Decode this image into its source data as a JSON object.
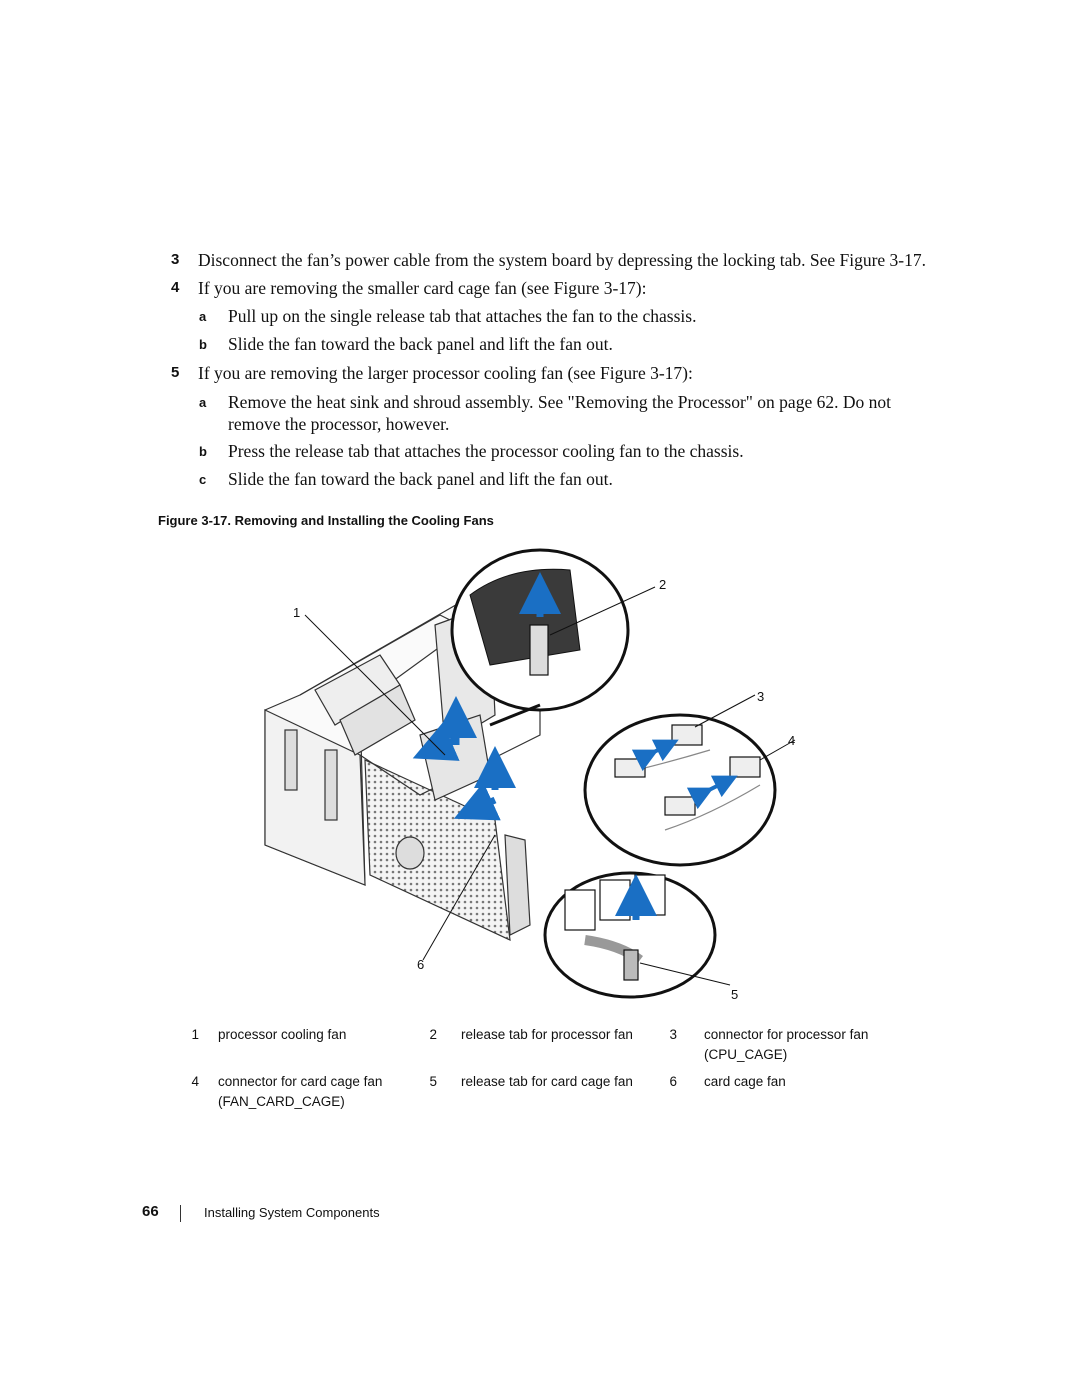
{
  "steps": [
    {
      "num": "3",
      "text": "Disconnect the fan’s power cable from the system board by depressing the locking tab. See Figure 3-17."
    },
    {
      "num": "4",
      "text": "If you are removing the smaller card cage fan (see Figure 3-17):"
    },
    {
      "sub": "a",
      "text": "Pull up on the single release tab that attaches the fan to the chassis."
    },
    {
      "sub": "b",
      "text": "Slide the fan toward the back panel and lift the fan out."
    },
    {
      "num": "5",
      "text": "If you are removing the larger processor cooling fan (see Figure 3-17):"
    },
    {
      "sub": "a",
      "text": "Remove the heat sink and shroud assembly. See \"Removing the Processor\" on page 62. Do not",
      "text2": "remove the processor, however."
    },
    {
      "sub": "b",
      "text": "Press the release tab that attaches the processor cooling fan to the chassis."
    },
    {
      "sub": "c",
      "text": "Slide the fan toward the back panel and lift the fan out."
    }
  ],
  "figure": {
    "caption": "Figure 3-17.   Removing and Installing the Cooling Fans",
    "callouts": [
      "1",
      "2",
      "3",
      "4",
      "5",
      "6"
    ],
    "arrow_color": "#1a6fc4"
  },
  "legend": [
    {
      "num": "1",
      "label": "processor cooling fan"
    },
    {
      "num": "2",
      "label": "release tab for processor fan"
    },
    {
      "num": "3",
      "label": "connector for processor fan",
      "label2": "(CPU_CAGE)"
    },
    {
      "num": "4",
      "label": "connector for card cage fan",
      "label2": "(FAN_CARD_CAGE)"
    },
    {
      "num": "5",
      "label": "release tab for card cage fan"
    },
    {
      "num": "6",
      "label": "card cage fan"
    }
  ],
  "footer": {
    "page": "66",
    "title": "Installing System Components"
  }
}
